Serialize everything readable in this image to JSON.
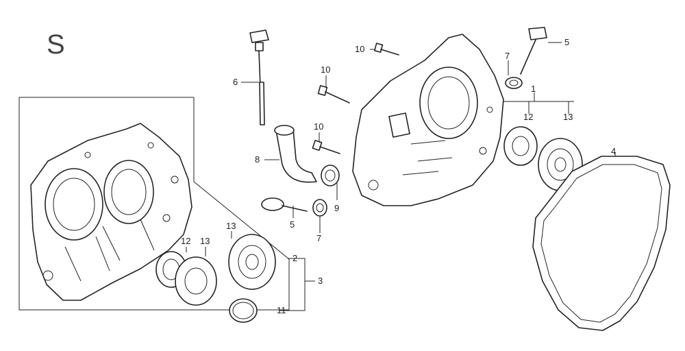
{
  "diagram": {
    "sheet_letter": "S"
  },
  "callouts": {
    "1": "1",
    "2": "2",
    "3": "3",
    "4": "4",
    "5a": "5",
    "5b": "5",
    "6": "6",
    "7a": "7",
    "7b": "7",
    "8": "8",
    "9": "9",
    "10a": "10",
    "10b": "10",
    "10c": "10",
    "11": "11",
    "12a": "12",
    "12b": "12",
    "13a": "13",
    "13b": "13",
    "13c": "13"
  }
}
